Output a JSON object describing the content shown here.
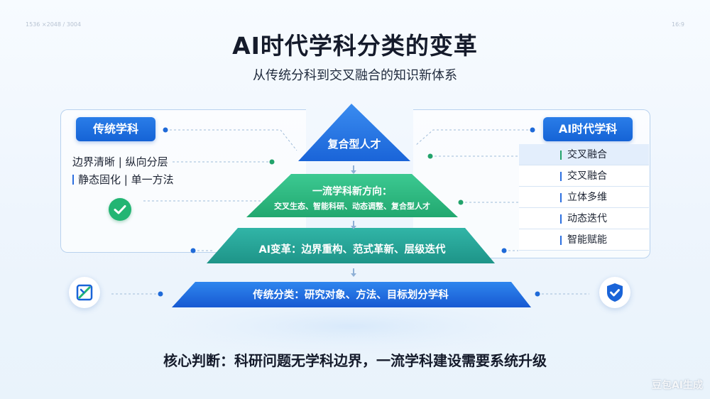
{
  "corner": {
    "left": "1536 ×2048 / 3004",
    "right": "16:9"
  },
  "title": "AI时代学科分类的变革",
  "subtitle": "从传统分科到交叉融合的知识新体系",
  "left_panel": {
    "tag": "传统学科",
    "line1": "边界清晰 | 纵向分层",
    "line2": "静态固化 | 单一方法"
  },
  "right_panel": {
    "tag": "AI时代学科",
    "items": [
      "交叉融合",
      "交叉融合",
      "立体多维",
      "动态迭代",
      "智能赋能"
    ]
  },
  "pyramid": {
    "tier1": "复合型人才",
    "tier2_title": "一流学科新方向：",
    "tier2_sub": "交叉生态、智能科研、动态调整、复合型人才",
    "tier3": "AI变革：边界重构、范式革新、层级迭代",
    "tier4": "传统分类：研究对象、方法、目标划分学科"
  },
  "bottom": "核心判断：科研问题无学科边界，一流学科建设需要系统升级",
  "watermark": "豆包AI生成",
  "colors": {
    "blue_dark": "#1a5fd6",
    "blue_mid": "#2b7fe6",
    "teal": "#22a392",
    "green": "#2dbb7f",
    "accent_green": "#22b573"
  }
}
